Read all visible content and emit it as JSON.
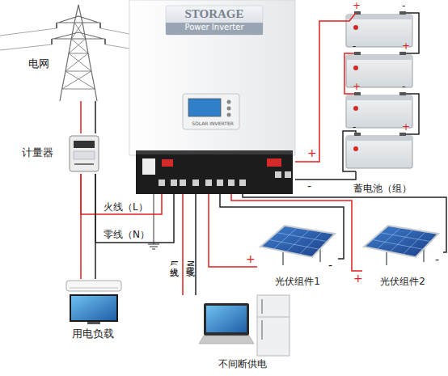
{
  "diagram": {
    "nodes": [
      {
        "text": [
          "电网"
        ]
      },
      {
        "text": [
          "计量器"
        ]
      },
      {
        "text": [
          "用电负载"
        ]
      },
      {
        "text": [
          "STORAGE",
          "Power Inverter",
          "SOLAR INVERTER"
        ]
      },
      {
        "text": [
          "不间断供电"
        ]
      },
      {
        "text": [
          "蓄电池（组）"
        ]
      },
      {
        "text": [
          "光伏组件1"
        ]
      },
      {
        "text": [
          "光伏组件2"
        ]
      }
    ],
    "edges": [
      {
        "from": 0,
        "to": 1,
        "arrow": "none"
      },
      {
        "from": 1,
        "to": 2,
        "arrow": "none"
      },
      {
        "from": 1,
        "to": 3,
        "label": "火线（L）",
        "arrow": "none"
      },
      {
        "from": 1,
        "to": 3,
        "label": "零线（N）",
        "arrow": "none"
      },
      {
        "from": 3,
        "to": 4,
        "label": "火线（L）",
        "arrow": "none"
      },
      {
        "from": 3,
        "to": 4,
        "label": "零线（N）",
        "arrow": "none"
      },
      {
        "from": 3,
        "to": 5,
        "label": "+",
        "arrow": "none"
      },
      {
        "from": 3,
        "to": 5,
        "label": "-",
        "arrow": "none"
      },
      {
        "from": 3,
        "to": 6,
        "label": "+",
        "arrow": "none"
      },
      {
        "from": 3,
        "to": 6,
        "label": "-",
        "arrow": "none"
      },
      {
        "from": 3,
        "to": 7,
        "label": "+",
        "arrow": "none"
      },
      {
        "from": 3,
        "to": 7,
        "label": "-",
        "arrow": "none"
      }
    ],
    "labels": [
      "+",
      "-",
      "+",
      "-",
      "+",
      "-",
      "+",
      "-"
    ]
  }
}
